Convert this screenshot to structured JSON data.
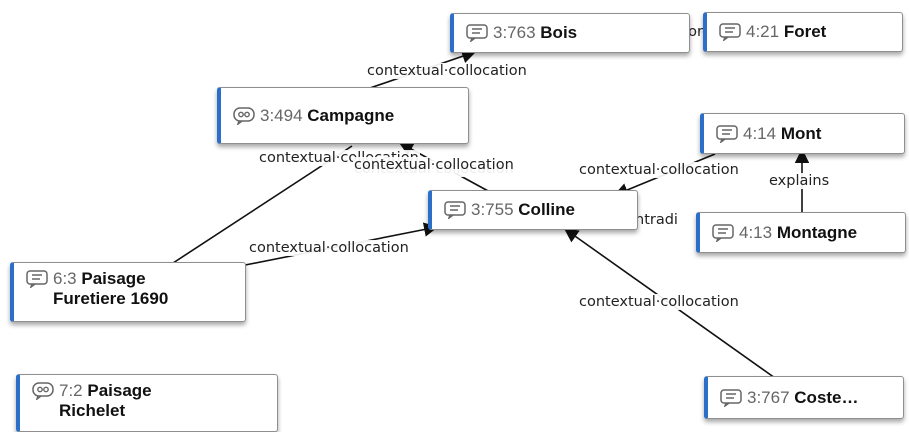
{
  "nodes": {
    "bois": {
      "code": "3:763",
      "title": "Bois",
      "icon": "quote-icon"
    },
    "foret": {
      "code": "4:21",
      "title": "Foret",
      "icon": "quote-icon"
    },
    "campagne": {
      "code": "3:494",
      "title": "Campagne",
      "icon": "memo-icon"
    },
    "mont": {
      "code": "4:14",
      "title": "Mont",
      "icon": "quote-icon"
    },
    "colline": {
      "code": "3:755",
      "title": "Colline",
      "icon": "quote-icon"
    },
    "montagne": {
      "code": "4:13",
      "title": "Montagne",
      "icon": "quote-icon"
    },
    "paisage_furetiere": {
      "code": "6:3",
      "title": "Paisage",
      "title2": "Furetiere 1690",
      "icon": "quote-icon"
    },
    "paisage_richelet": {
      "code": "7:2",
      "title": "Paisage",
      "title2": "Richelet",
      "icon": "memo-icon"
    },
    "coste": {
      "code": "3:767",
      "title": "Coste…",
      "icon": "quote-icon"
    }
  },
  "edges": {
    "bois_campagne": "contextual·collocation",
    "campagne_colline_a": "contextual·collocation",
    "campagne_colline_b": "contextual·collocation",
    "campagne_colline_c": "contextual·collocation",
    "paisage_colline": "contextual·collocation",
    "mont_colline": "contextual·collocation",
    "montagne_mont": "explains",
    "coste_colline": "contextual·collocation",
    "bois_foret": "suppor",
    "montagne_colline": "ntradi"
  },
  "colors": {
    "accent": "#2b6fc9",
    "line": "#111111",
    "border": "#8f8f8f"
  }
}
